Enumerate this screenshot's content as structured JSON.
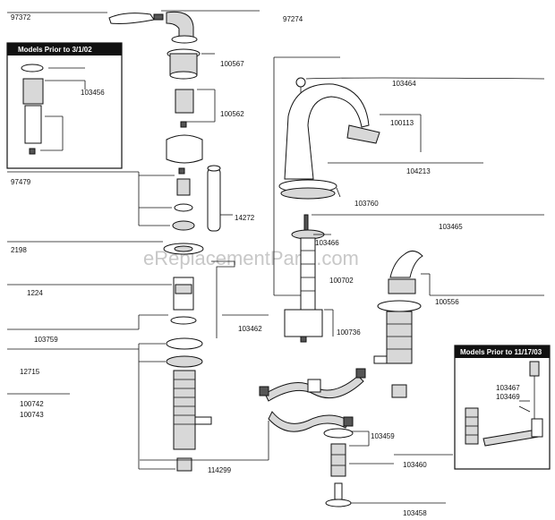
{
  "watermark": "eReplacementParts.com",
  "boxes": {
    "prior_3_1_02": "Models Prior to 3/1/02",
    "prior_11_17_03": "Models Prior to 11/17/03"
  },
  "parts": {
    "p97372": "97372",
    "p97274": "97274",
    "p100567": "100567",
    "p103456": "103456",
    "p100562": "100562",
    "p103464": "103464",
    "p100113": "100113",
    "p104213": "104213",
    "p97479": "97479",
    "p103760": "103760",
    "p14272": "14272",
    "p103465": "103465",
    "p103466": "103466",
    "p2198": "2198",
    "p100702": "100702",
    "p1224": "1224",
    "p100556": "100556",
    "p103462": "103462",
    "p103759": "103759",
    "p100736": "100736",
    "p12715": "12715",
    "p100742": "100742",
    "p100743": "100743",
    "p103467": "103467",
    "p103469": "103469",
    "p103459": "103459",
    "p114299": "114299",
    "p103460": "103460",
    "p103458": "103458"
  }
}
